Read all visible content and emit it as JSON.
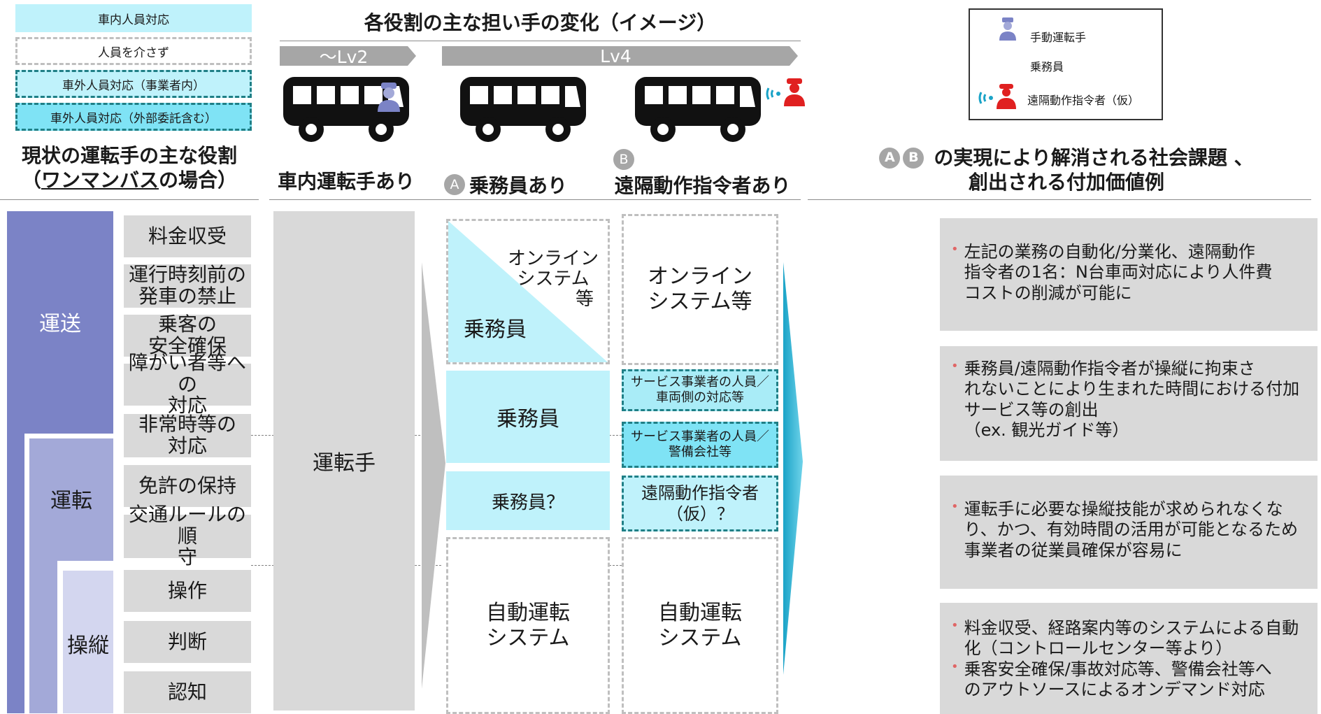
{
  "legend_left": {
    "in_vehicle": "車内人員対応",
    "no_person": "人員を介さず",
    "external_operator": "車外人員対応（事業者内）",
    "external_outsourced": "車外人員対応（外部委託含む）"
  },
  "header": {
    "title": "各役割の主な担い手の変化（イメージ）",
    "lv2": "～Lv2",
    "lv4": "Lv4"
  },
  "legend_right": {
    "manual_driver": "手動運転手",
    "attendant": "乗務員",
    "remote_operator": "遠隔動作指令者（仮）"
  },
  "column_headers": {
    "current_roles_line1": "現状の運転手の主な役割",
    "current_roles_line2_prefix": "（",
    "current_roles_line2_underline": "ワンマンバス",
    "current_roles_line2_suffix": "の場合）",
    "in_vehicle_driver": "車内運転手あり",
    "badge_a": "A",
    "badge_b": "B",
    "attendant": "乗務員あり",
    "remote": "遠隔動作指令者あり",
    "result_suffix_line1": "の実現により解消される社会課題 、",
    "result_line2": "創出される付加価値例"
  },
  "categories": {
    "transport": "運送",
    "driving": "運転",
    "steering": "操縦"
  },
  "tasks": [
    "料金収受",
    "運行時刻前の発車の禁止",
    "乗客の安全確保",
    "障がい者等への対応",
    "非常時等の対応",
    "免許の保持",
    "交通ルールの順守",
    "操作",
    "判断",
    "認知"
  ],
  "tasks_display": {
    "t1": "料金収受",
    "t2a": "運行時刻前の",
    "t2b": "発車の禁止",
    "t3a": "乗客の",
    "t3b": "安全確保",
    "t4a": "障がい者等への",
    "t4b": "対応",
    "t5a": "非常時等の",
    "t5b": "対応",
    "t6": "免許の保持",
    "t7a": "交通ルールの順",
    "t7b": "守",
    "t8": "操作",
    "t9": "判断",
    "t10": "認知"
  },
  "lv2_column": {
    "driver": "運転手"
  },
  "a_column": {
    "online_line1": "オンライン",
    "online_line2": "システム",
    "online_line3": "等",
    "attendant_top": "乗務員",
    "attendant_mid": "乗務員",
    "attendant_q": "乗務員？",
    "auto_line1": "自動運転",
    "auto_line2": "システム"
  },
  "b_column": {
    "online_line1": "オンライン",
    "online_line2": "システム等",
    "service_staff_line1": "サービス事業者の人員／",
    "service_staff_line2": "車両側の対応等",
    "security_line1": "サービス事業者の人員／",
    "security_line2": "警備会社等",
    "remote_line1": "遠隔動作指令者",
    "remote_line2": "（仮）？",
    "auto_line1": "自動運転",
    "auto_line2": "システム"
  },
  "results": [
    {
      "lines": [
        "左記の業務の自動化/分業化、遠隔動作",
        "指令者の1名：N台車両対応により人件費",
        "コストの削減が可能に"
      ]
    },
    {
      "lines": [
        "乗務員/遠隔動作指令者が操縦に拘束さ",
        "れないことにより生まれた時間における付加",
        "サービス等の創出",
        "（ex. 観光ガイド等）"
      ]
    },
    {
      "lines": [
        "運転手に必要な操縦技能が求められなくな",
        "り、かつ、有効時間の活用が可能となるため",
        "事業者の従業員確保が容易に"
      ]
    },
    {
      "bullets": [
        [
          "料金収受、経路案内等のシステムによる自動",
          "化（コントロールセンター等より）"
        ],
        [
          "乗客安全確保/事故対応等、警備会社等へ",
          "のアウトソースによるオンデマンド対応"
        ]
      ]
    }
  ],
  "colors": {
    "transport": "#7b83c6",
    "driving": "#a3a9d8",
    "steering": "#d3d6ef",
    "task_grey": "#d9d9d9",
    "cyan": "#bff2fb",
    "teal_dash": "#1f7f86",
    "arrow": "#1aa3c7",
    "result_bg": "#d9d9d9",
    "police_red": "#e02020",
    "driver_purple": "#7b83c6"
  }
}
